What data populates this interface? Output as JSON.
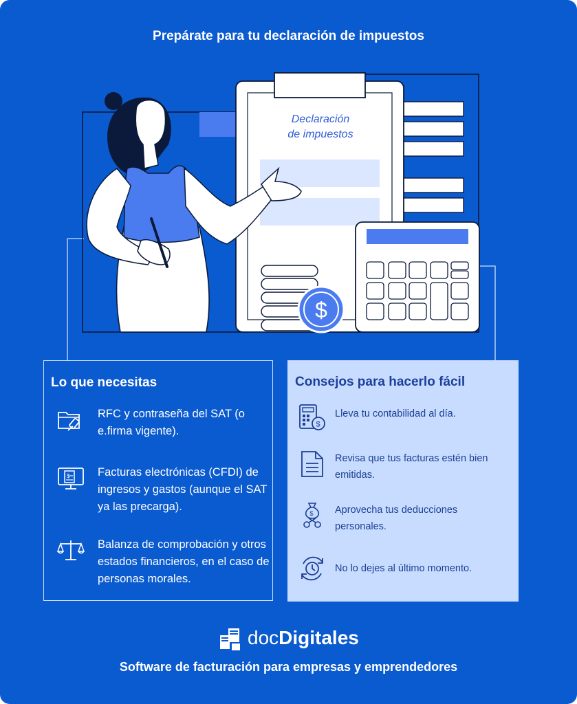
{
  "header": {
    "title": "Prepárate para tu declaración de impuestos"
  },
  "illustration": {
    "doc_title_line1": "Declaración",
    "doc_title_line2": "de impuestos",
    "coin_symbol": "$",
    "colors": {
      "background": "#0a5ad0",
      "accent": "#4a7cf0",
      "light_panel": "#dbe6ff",
      "outline": "#0b1a3a"
    }
  },
  "needs": {
    "title": "Lo que necesitas",
    "items": [
      {
        "icon": "folder-usb-icon",
        "text": "RFC y contraseña del SAT (o e.firma vigente)."
      },
      {
        "icon": "monitor-invoice-icon",
        "text": "Facturas electrónicas (CFDI) de ingresos y gastos (aunque el SAT ya las precarga)."
      },
      {
        "icon": "balance-scale-icon",
        "text": "Balanza de comprobación y otros estados financieros, en el caso de personas morales."
      }
    ]
  },
  "tips": {
    "title": "Consejos para hacerlo fácil",
    "items": [
      {
        "icon": "calculator-coin-icon",
        "text": "Lleva tu contabilidad al día."
      },
      {
        "icon": "document-icon",
        "text": "Revisa que tus facturas estén bien emitidas."
      },
      {
        "icon": "money-bag-cut-icon",
        "text": "Aprovecha tus deducciones personales."
      },
      {
        "icon": "clock-refresh-icon",
        "text": "No lo dejes al último momento."
      }
    ]
  },
  "footer": {
    "brand_regular": "doc",
    "brand_bold": "Digitales",
    "tagline": "Software de facturación para empresas y emprendedores"
  }
}
